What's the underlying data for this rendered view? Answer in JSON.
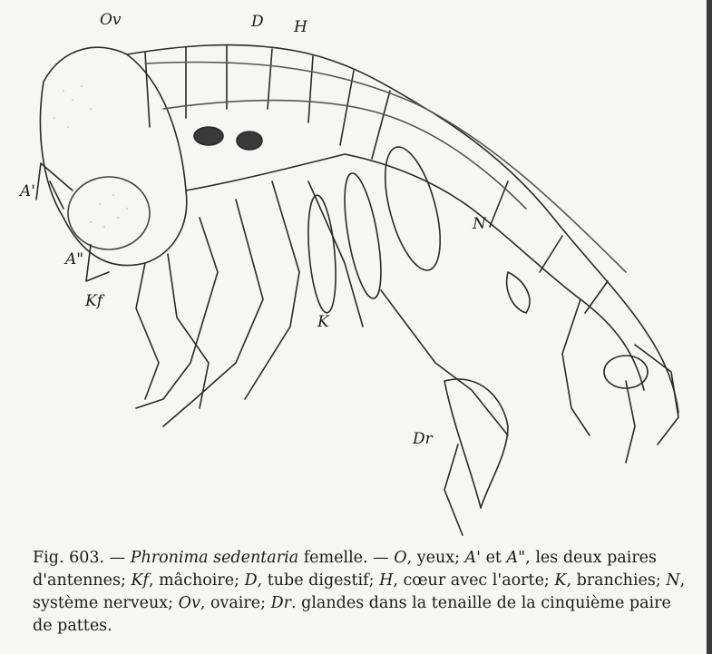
{
  "figure": {
    "labels": {
      "ov": "Ov",
      "d": "D",
      "h": "H",
      "a_prime": "A'",
      "a_double": "A\"",
      "kf": "Kf",
      "n": "N",
      "k": "K",
      "dr": "Dr"
    }
  },
  "caption": {
    "fig_number": "Fig. 603.",
    "dash": " — ",
    "species": "Phronima sedentaria",
    "sex": " femelle. — ",
    "o_key": "O",
    "o_text": ", yeux; ",
    "a1_key": "A'",
    "and": " et ",
    "a2_key": "A\"",
    "a_text": ", les deux paires d'antennes; ",
    "kf_key": "Kf",
    "kf_text": ", mâchoire; ",
    "d_key": "D",
    "d_text": ", tube digestif; ",
    "h_key": "H",
    "h_text": ", cœur avec l'aorte; ",
    "k_key": "K",
    "k_text": ", branchies; ",
    "n_key": "N",
    "n_text": ", système nerveux; ",
    "ov_key": "Ov",
    "ov_text": ", ovaire; ",
    "dr_key": "Dr",
    "dr_text": ". glandes dans la tenaille de la cinquième paire de pattes."
  }
}
